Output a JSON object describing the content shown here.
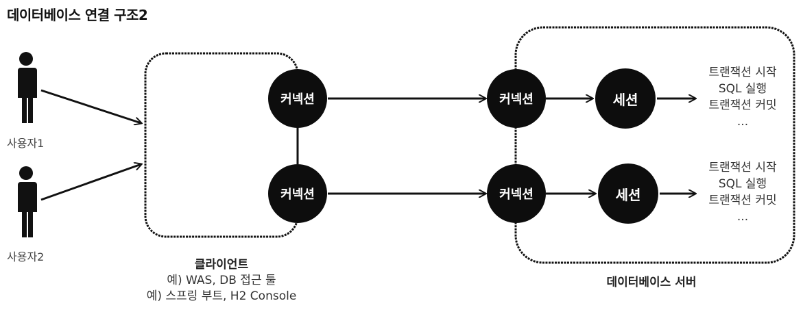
{
  "title": "데이터베이스 연결 구조2",
  "users": [
    {
      "label": "사용자1"
    },
    {
      "label": "사용자2"
    }
  ],
  "client": {
    "name": "클라이언트",
    "example1": "예) WAS, DB 접근 툴",
    "example2": "예) 스프링 부트, H2 Console"
  },
  "server": {
    "name": "데이터베이스 서버"
  },
  "nodes": {
    "client_conn_1": "커넥션",
    "client_conn_2": "커넥션",
    "server_conn_1": "커넥션",
    "server_conn_2": "커넥션",
    "session_1": "세션",
    "session_2": "세션"
  },
  "steps_1": [
    "트랜잭션 시작",
    "SQL 실행",
    "트랜잭션 커밋",
    "..."
  ],
  "steps_2": [
    "트랜잭션 시작",
    "SQL 실행",
    "트랜잭션 커밋",
    "..."
  ],
  "colors": {
    "node": "#0d0d0d",
    "node_text": "#ffffff",
    "line": "#111111"
  }
}
